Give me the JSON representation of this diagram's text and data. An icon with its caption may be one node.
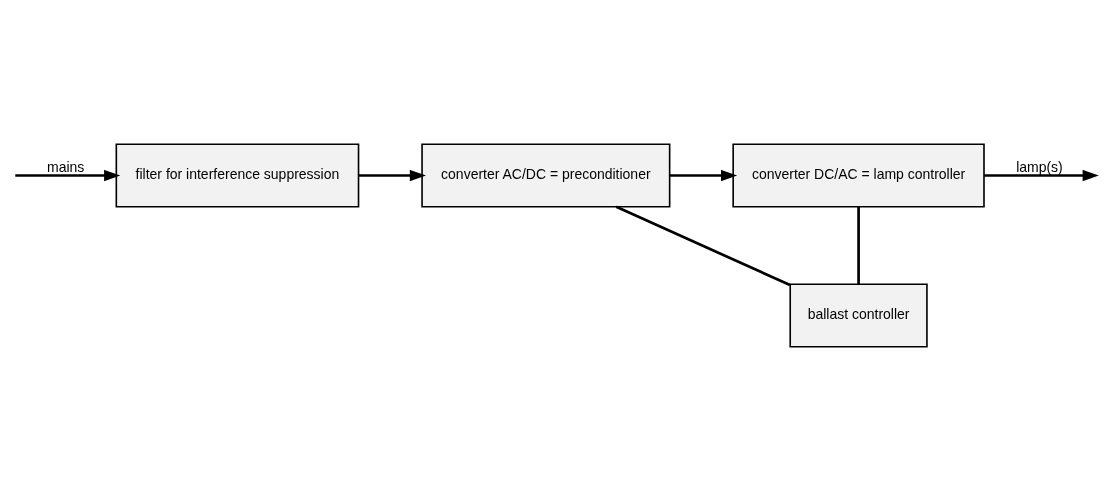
{
  "diagram": {
    "nodes": [
      {
        "text": [
          "filter for interference suppression"
        ]
      },
      {
        "text": [
          "converter AC/DC = preconditioner"
        ]
      },
      {
        "text": [
          "converter DC/AC = lamp controller"
        ]
      },
      {
        "text": [
          "ballast controller"
        ]
      }
    ],
    "edges": [
      {
        "from": null,
        "to": 0,
        "arrow": "to",
        "label": "mains"
      },
      {
        "from": 0,
        "to": 1,
        "arrow": "to"
      },
      {
        "from": 1,
        "to": 2,
        "arrow": "to"
      },
      {
        "from": 2,
        "to": null,
        "arrow": "to",
        "label": "lamp(s)"
      },
      {
        "from": 1,
        "to": 3,
        "arrow": "none"
      },
      {
        "from": 2,
        "to": 3,
        "arrow": "none"
      }
    ]
  }
}
